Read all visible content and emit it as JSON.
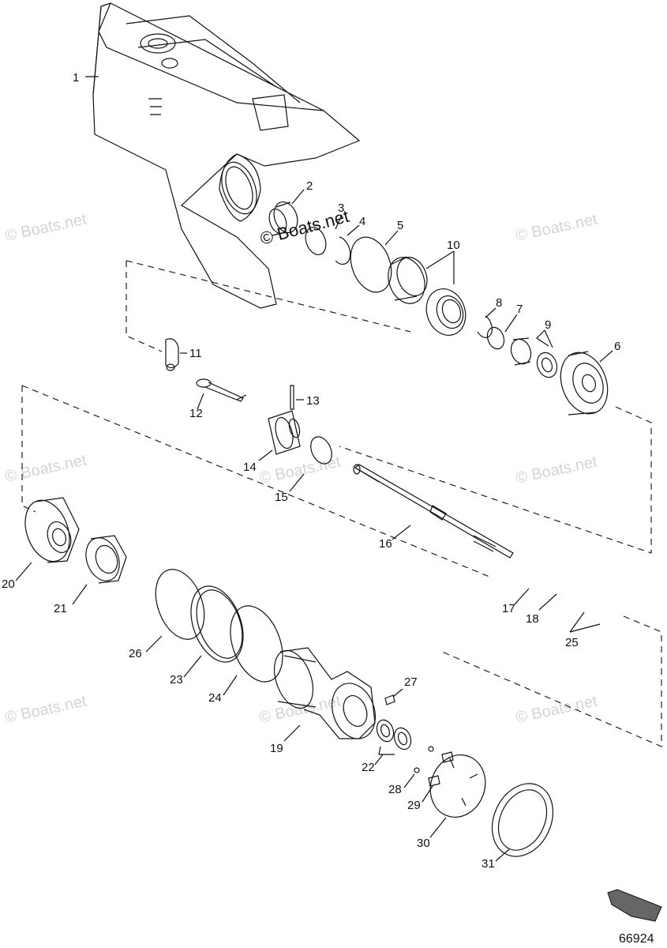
{
  "diagram": {
    "parts": [
      {
        "number": "1"
      },
      {
        "number": "2"
      },
      {
        "number": "3"
      },
      {
        "number": "4"
      },
      {
        "number": "5"
      },
      {
        "number": "6"
      },
      {
        "number": "7"
      },
      {
        "number": "8"
      },
      {
        "number": "9"
      },
      {
        "number": "10"
      },
      {
        "number": "11"
      },
      {
        "number": "12"
      },
      {
        "number": "13"
      },
      {
        "number": "14"
      },
      {
        "number": "15"
      },
      {
        "number": "16"
      },
      {
        "number": "17"
      },
      {
        "number": "18"
      },
      {
        "number": "19"
      },
      {
        "number": "20"
      },
      {
        "number": "21"
      },
      {
        "number": "22"
      },
      {
        "number": "23"
      },
      {
        "number": "24"
      },
      {
        "number": "25"
      },
      {
        "number": "26"
      },
      {
        "number": "27"
      },
      {
        "number": "28"
      },
      {
        "number": "29"
      },
      {
        "number": "30"
      },
      {
        "number": "31"
      }
    ],
    "figure_number": "66924"
  },
  "watermarks": {
    "main": "© Boats.net",
    "faint": "© Boats.net"
  },
  "colors": {
    "line": "#111111",
    "watermark": "#d4d4d4",
    "background": "#ffffff"
  }
}
